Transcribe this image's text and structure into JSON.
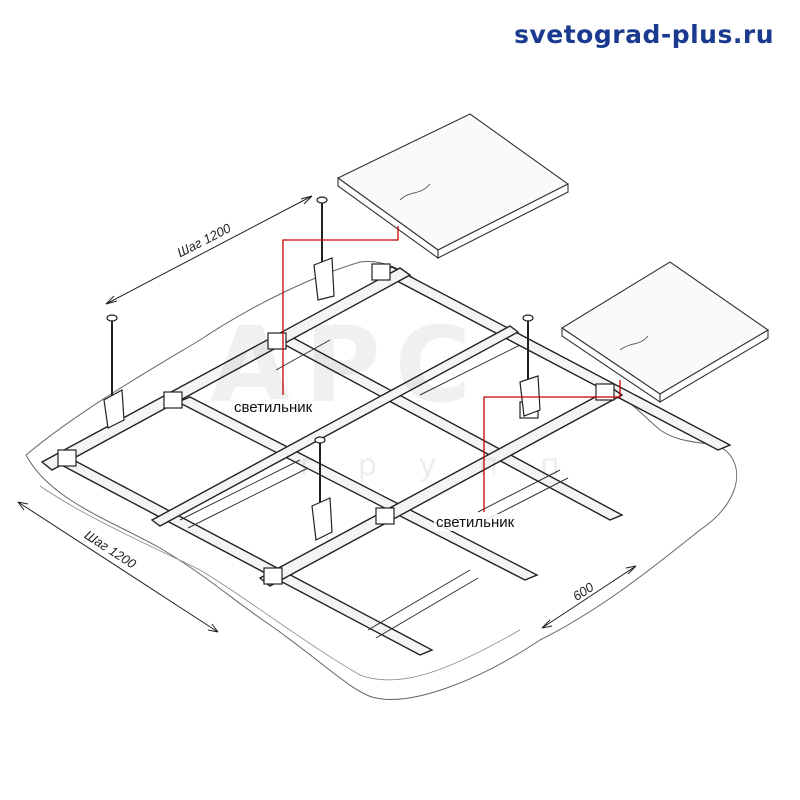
{
  "header": {
    "site_url": "svetograd-plus.ru"
  },
  "watermark": {
    "letters": "АРС",
    "subtitle": "групп"
  },
  "labels": {
    "luminaire_top": "светильник",
    "luminaire_bottom": "светильник"
  },
  "dimensions": {
    "pitch_top": "Шаг 1200",
    "pitch_left": "Шаг 1200",
    "module": "600"
  },
  "colors": {
    "brand_blue": "#1a3a8f",
    "wire_red": "#cc0000",
    "line": "#222222"
  }
}
